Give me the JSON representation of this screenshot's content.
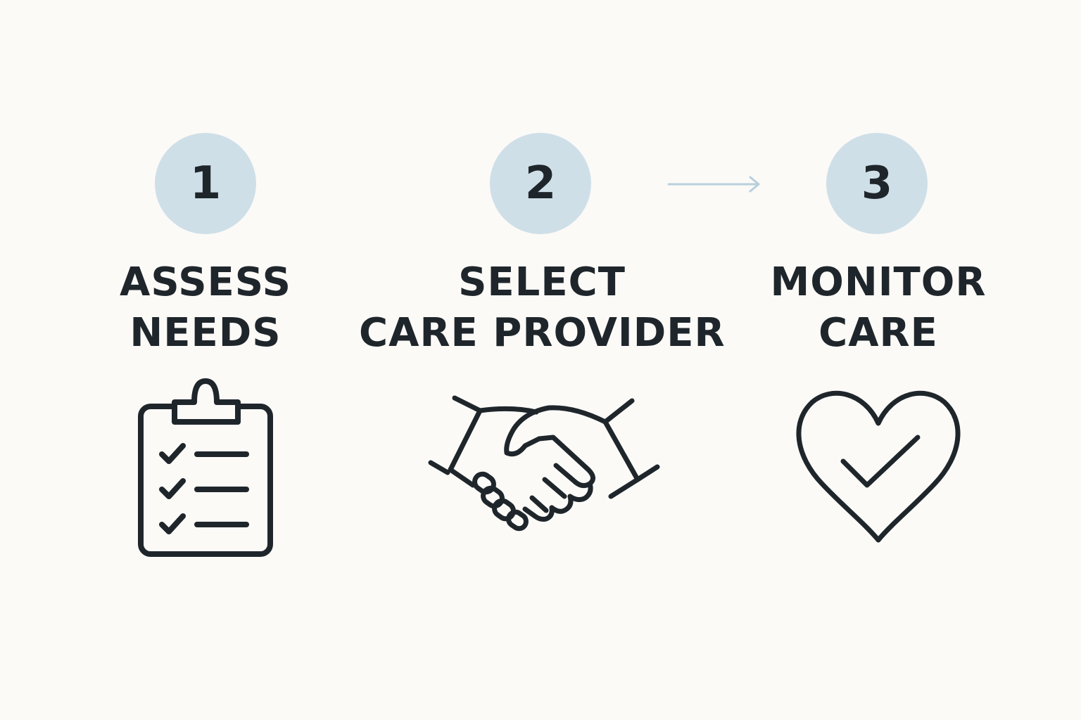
{
  "steps": [
    {
      "number": "1",
      "title_line1": "ASSESS",
      "title_line2": "NEEDS",
      "icon": "clipboard-checklist-icon"
    },
    {
      "number": "2",
      "title_line1": "SELECT",
      "title_line2": "CARE PROVIDER",
      "icon": "handshake-icon"
    },
    {
      "number": "3",
      "title_line1": "MONITOR",
      "title_line2": "CARE",
      "icon": "heart-check-icon"
    }
  ],
  "colors": {
    "background": "#fbfaf7",
    "badge": "#cfdfe8",
    "text": "#1f262b",
    "arrow": "#b9d0dc"
  }
}
